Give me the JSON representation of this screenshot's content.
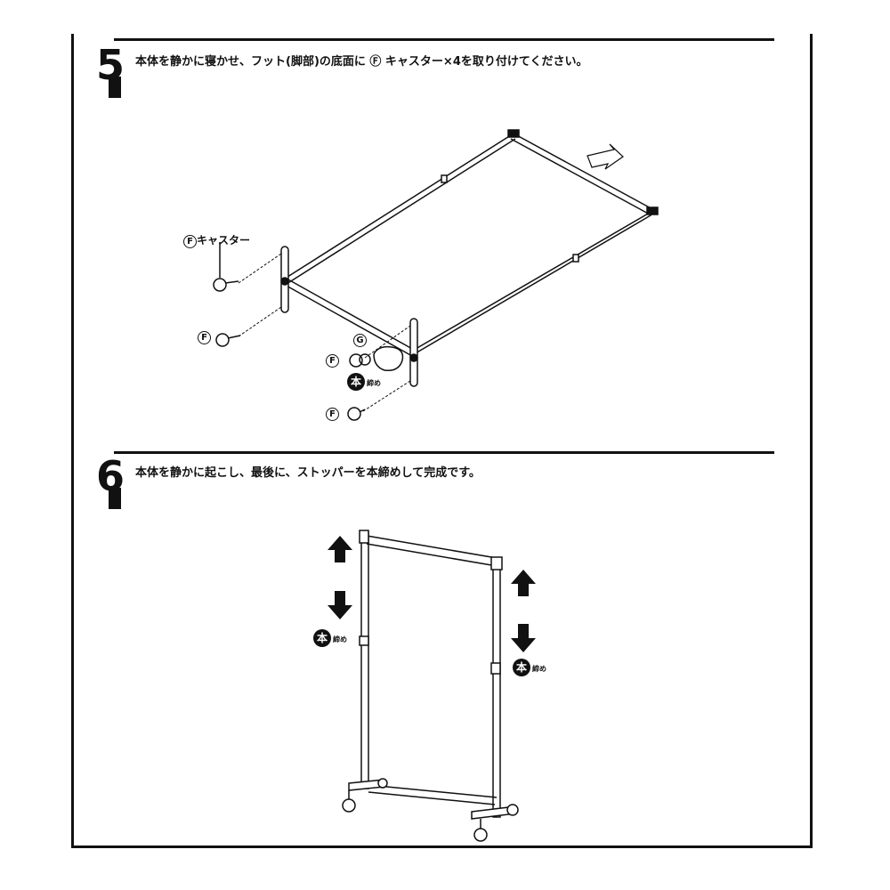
{
  "step5": {
    "number": "5",
    "instruction": "本体を静かに寝かせ、フット(脚部)の底面に Ⓕ キャスター×4を取り付けてください。",
    "labels": {
      "caster_label_letter": "F",
      "caster_label_text": "キャスター",
      "f2": "F",
      "g": "G",
      "f3": "F",
      "hon": "本",
      "shime": "締め",
      "f4": "F"
    }
  },
  "step6": {
    "number": "6",
    "instruction": "本体を静かに起こし、最後に、ストッパーを本締めして完成です。",
    "labels": {
      "hon_left": "本",
      "shime_left": "締め",
      "hon_right": "本",
      "shime_right": "締め"
    }
  },
  "colors": {
    "ink": "#111111",
    "background": "#ffffff"
  }
}
